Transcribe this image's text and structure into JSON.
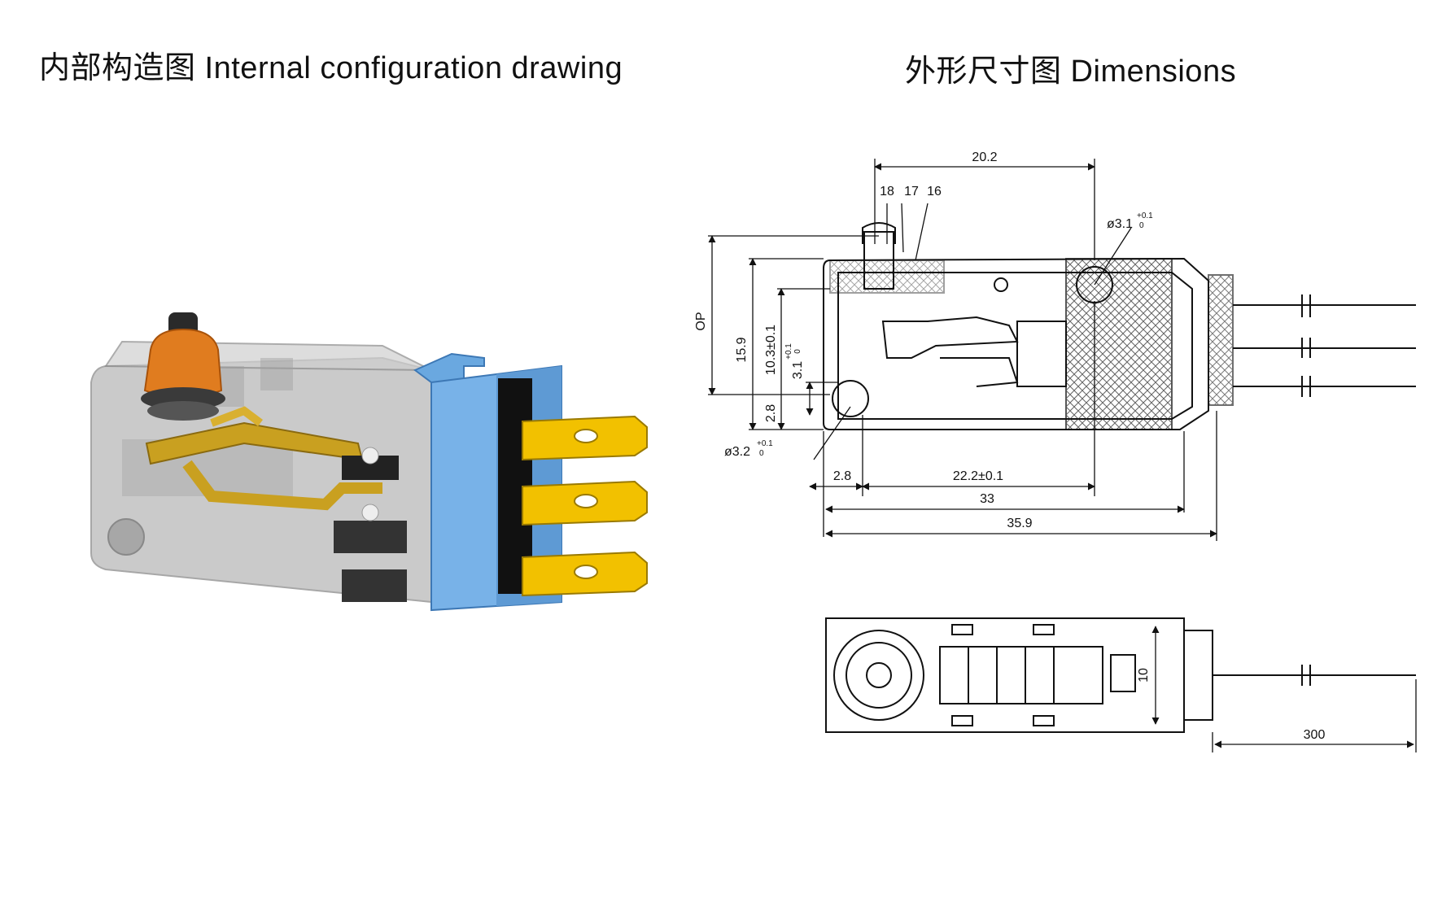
{
  "titles": {
    "left": "内部构造图 Internal configuration drawing",
    "right": "外形尺寸图 Dimensions"
  },
  "dimensions": {
    "top_width": "20.2",
    "labels_18": "18",
    "labels_17": "17",
    "labels_16": "16",
    "hole_top": "ø3.1",
    "hole_top_tol_plus": "+0.1",
    "hole_top_tol_zero": "0",
    "op": "OP",
    "h_15_9": "15.9",
    "h_10_3": "10.3±0.1",
    "h_3_1": "3.1",
    "h_3_1_tol_plus": "+0.1",
    "h_3_1_tol_zero": "0",
    "h_2_8": "2.8",
    "hole_bottom": "ø3.2",
    "hole_bottom_tol_plus": "+0.1",
    "hole_bottom_tol_zero": "0",
    "w_2_8": "2.8",
    "w_22_2": "22.2±0.1",
    "w_33": "33",
    "w_35_9": "35.9",
    "w_10": "10",
    "w_300": "300"
  },
  "colors": {
    "terminal": "#f2c100",
    "cover": "#78b2e8",
    "cap": "#e07c1f",
    "housing": "#9a9a9a",
    "lever": "#c9a020"
  }
}
